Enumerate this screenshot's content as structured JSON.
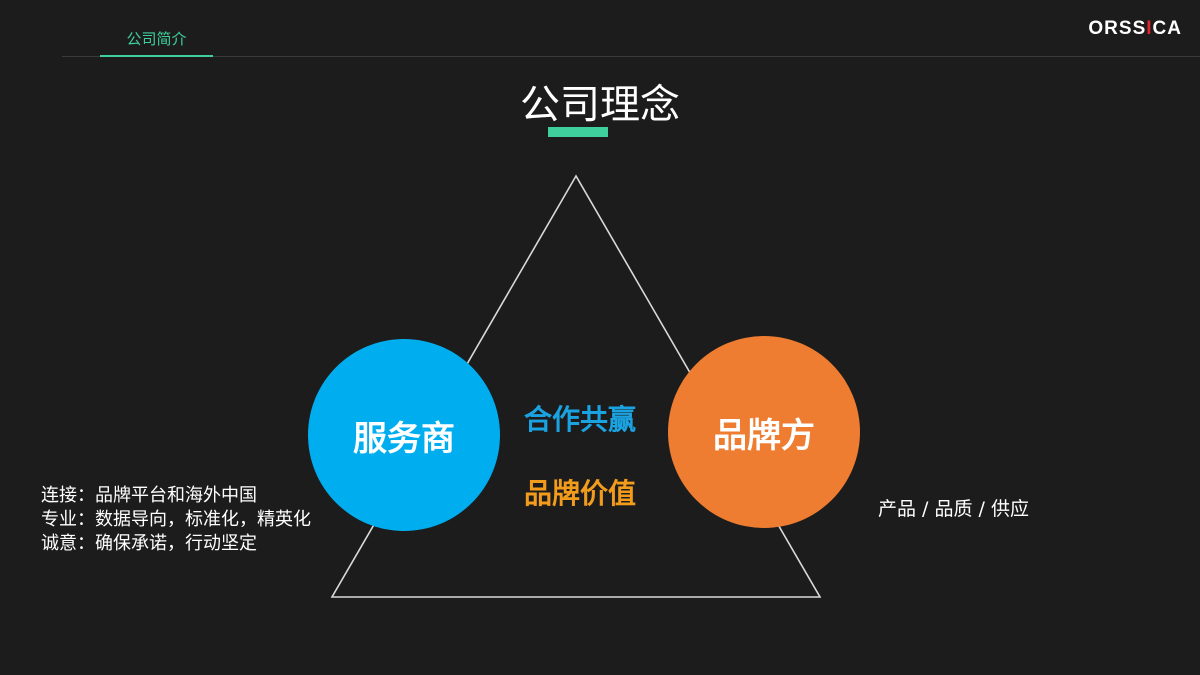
{
  "header": {
    "nav_tab": "公司简介",
    "logo_left": "ORSS",
    "logo_mark": "I",
    "logo_right": "CA"
  },
  "title": "公司理念",
  "diagram": {
    "left_node": "服务商",
    "right_node": "品牌方",
    "center_top": "合作共赢",
    "center_bottom": "品牌价值",
    "left_notes": [
      "连接：品牌平台和海外中国",
      "专业：数据导向，标准化，精英化",
      "诚意：确保承诺，行动坚定"
    ],
    "right_note": "产品 / 品质 / 供应"
  },
  "colors": {
    "accent_green": "#3fcf9c",
    "left_node": "#00aeef",
    "right_node": "#ee7d31",
    "center_top": "#1aa3e0",
    "center_bottom": "#f39c1c",
    "background": "#1c1c1c"
  }
}
